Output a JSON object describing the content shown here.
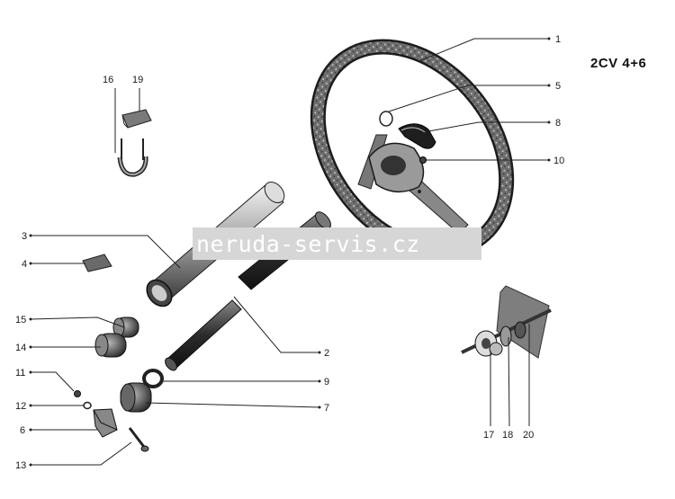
{
  "diagram": {
    "model": "2CV 4+6",
    "watermark": "neruda-servis.cz",
    "parts": [
      {
        "id": "p1",
        "number": "1",
        "name": "steering-wheel"
      },
      {
        "id": "p5",
        "number": "5",
        "name": "ring"
      },
      {
        "id": "p8",
        "number": "8",
        "name": "horn-button"
      },
      {
        "id": "p10",
        "number": "10",
        "name": "screw"
      },
      {
        "id": "p16",
        "number": "16",
        "name": "u-clamp"
      },
      {
        "id": "p19",
        "number": "19",
        "name": "clamp-block"
      },
      {
        "id": "p3",
        "number": "3",
        "name": "outer-tube"
      },
      {
        "id": "p4",
        "number": "4",
        "name": "small-block"
      },
      {
        "id": "p2",
        "number": "2",
        "name": "inner-shaft"
      },
      {
        "id": "p15",
        "number": "15",
        "name": "bushing"
      },
      {
        "id": "p14",
        "number": "14",
        "name": "bushing-large"
      },
      {
        "id": "p9",
        "number": "9",
        "name": "washer"
      },
      {
        "id": "p7",
        "number": "7",
        "name": "bearing-sleeve"
      },
      {
        "id": "p11",
        "number": "11",
        "name": "nut"
      },
      {
        "id": "p12",
        "number": "12",
        "name": "washer-small"
      },
      {
        "id": "p6",
        "number": "6",
        "name": "bracket"
      },
      {
        "id": "p13",
        "number": "13",
        "name": "bolt"
      },
      {
        "id": "p17",
        "number": "17",
        "name": "collar"
      },
      {
        "id": "p18",
        "number": "18",
        "name": "grommet"
      },
      {
        "id": "p20",
        "number": "20",
        "name": "plate"
      }
    ]
  }
}
